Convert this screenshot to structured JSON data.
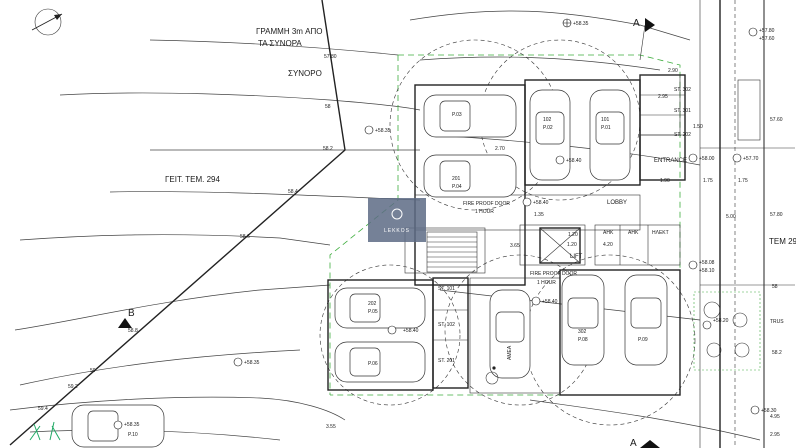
{
  "labels": {
    "line_3m": "ΓΡΑΜΜΗ 3m ΑΠΟ",
    "line_3m_2": "ΤΑ ΣΥΝΟΡΑ",
    "boundary": "ΣΥΝΟΡΟ",
    "neighbor_294": "ΓΕΙΤ. ΤΕΜ. 294",
    "neighbor_29": "ΤΕΜ 29",
    "lobby": "LOBBY",
    "entrance": "ENTRANCE",
    "lift": "LIFT",
    "fire_door_1": "FIRE PROOF DOOR",
    "fire_door_1b": "1 HOUR",
    "fire_door_2": "FIRE PROOF DOOR",
    "fire_door_2b": "1 HOUR",
    "ahk1": "ΑΗΚ",
    "ahk2": "ΑΗΚ",
    "hlekt": "ΗΛΕΚΤ",
    "amea": "ΑΜΕΑ",
    "section_a_top": "A",
    "section_a_bottom": "A",
    "section_b": "B",
    "trus": "TRUS",
    "watermark": "LEKKOS"
  },
  "storage": [
    "ST. 302",
    "ST. 301",
    "ST. 202",
    "ST. 101",
    "ST. 102",
    "ST. 201"
  ],
  "parking": [
    {
      "num": "",
      "code": "P.03"
    },
    {
      "num": "102",
      "code": "P.02"
    },
    {
      "num": "101",
      "code": "P.01"
    },
    {
      "num": "201",
      "code": "P.04"
    },
    {
      "num": "202",
      "code": "P.05"
    },
    {
      "num": "",
      "code": "P.06"
    },
    {
      "num": "302",
      "code": "P.08"
    },
    {
      "num": "",
      "code": "P.09"
    },
    {
      "num": "",
      "code": "P.10"
    }
  ],
  "levels": [
    "+58.35",
    "+57.80",
    "+57.60",
    "+58.35",
    "+58.40",
    "+58.40",
    "+58.40",
    "+58.35",
    "+58.35",
    "+58.00",
    "+57.70",
    "+58.08",
    "+58.10",
    "+58.20",
    "+58.30"
  ],
  "contour_values": [
    "57.80",
    "58",
    "58.2",
    "58.4",
    "58.6",
    "58.8",
    "59",
    "59.2",
    "59.4",
    "57.60",
    "57.80",
    "58",
    "58.2"
  ],
  "dimensions": [
    "2.90",
    "2.95",
    "1.90",
    "1.75",
    "1.75",
    "1.35",
    "1.20",
    "4.20",
    "1.20",
    "3.65",
    "2.70",
    "5.00",
    "1.50",
    "3.55",
    "4.95",
    "2.95"
  ],
  "colors": {
    "accent_green": "#3fae3f",
    "lines": "#222222",
    "watermark": "#5d6b85"
  }
}
